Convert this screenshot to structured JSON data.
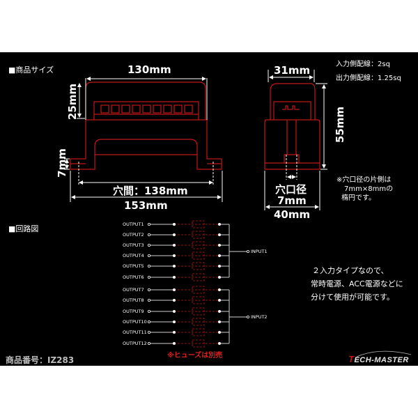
{
  "sections": {
    "size_title": "■商品サイズ",
    "circuit_title": "■回路図"
  },
  "front_view": {
    "width_top": "130mm",
    "height_upper": "25mm",
    "height_base": "7mm",
    "hole_pitch": "穴間：138mm",
    "total_width": "153mm"
  },
  "side_view": {
    "top_width": "31mm",
    "height": "55mm",
    "hole_label": "穴口径",
    "hole_size": "7mm",
    "base_width": "40mm"
  },
  "wiring_specs": {
    "input": "入力側配線：2sq",
    "output": "出力側配線：1.25sq"
  },
  "hole_note": [
    "※穴口径の片側は",
    "7mm×8mmの",
    "楕円です。"
  ],
  "circuit": {
    "outputs": [
      "OUTPUT1",
      "OUTPUT2",
      "OUTPUT3",
      "OUTPUT4",
      "OUTPUT5",
      "OUTPUT6",
      "OUTPUT7",
      "OUTPUT8",
      "OUTPUT9",
      "OUTPUT10",
      "OUTPUT11",
      "OUTPUT12"
    ],
    "inputs": [
      "INPUT1",
      "INPUT2"
    ],
    "fuse_note": "※ヒューズは別売"
  },
  "feature_text": [
    "２入力タイプなので、",
    "常時電源、ACC電源などに",
    "分けて使用が可能です。"
  ],
  "product_number": "商品番号：IZ283",
  "logo": {
    "initial": "T",
    "rest": "ECH-MASTER"
  },
  "colors": {
    "background": "#000000",
    "outline": "#c01818",
    "text": "#ffffff",
    "fuse_note": "#d92020"
  }
}
